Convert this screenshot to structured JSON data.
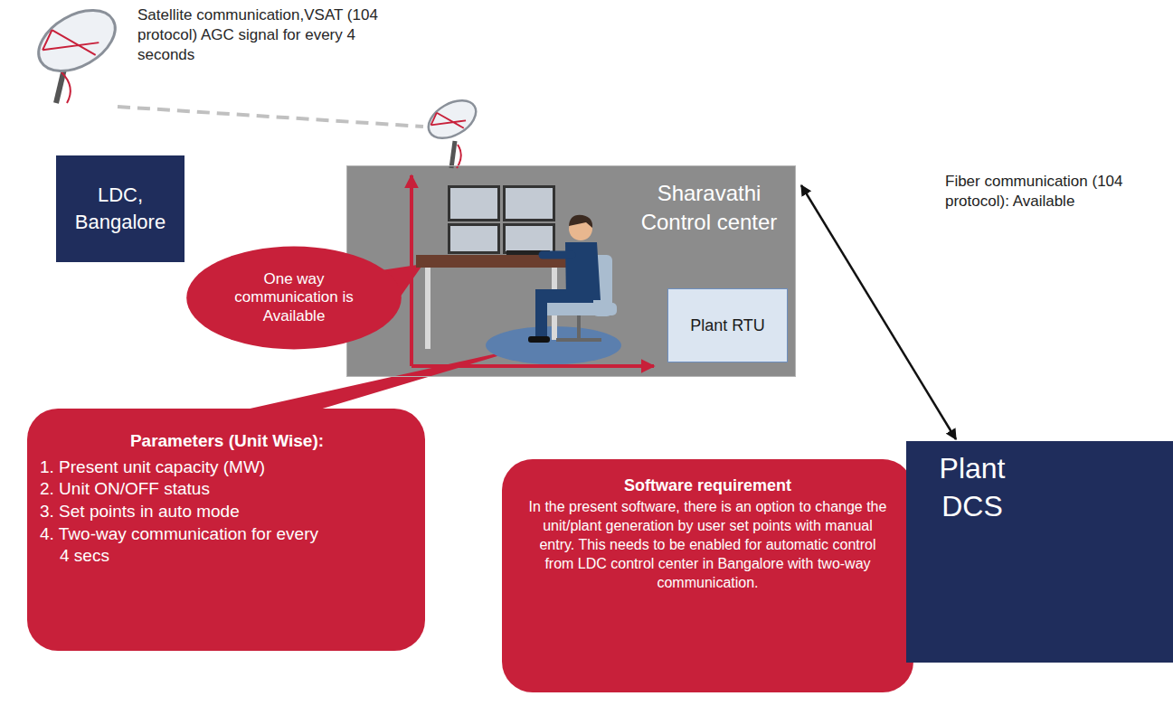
{
  "diagram": {
    "nodes": [
      {
        "text": [
          "LDC, Bangalore"
        ]
      },
      {
        "text": [
          "Sharavathi Control center"
        ]
      },
      {
        "text": [
          "Plant RTU"
        ],
        "in": 1
      },
      {
        "text": [
          "One way communication is Available"
        ]
      },
      {
        "text": [
          "Parameters (Unit Wise):",
          "1. Present unit capacity (MW)",
          "2. Unit ON/OFF status",
          "3. Set points in auto mode",
          "4. Two-way communication for every 4 secs"
        ]
      },
      {
        "text": [
          "Software requirement",
          "In the present software, there is an option to change the unit/plant generation by user set points with manual entry. This needs to be enabled for automatic control from LDC control center in Bangalore with two-way communication."
        ]
      },
      {
        "text": [
          "Plant DCS"
        ]
      }
    ],
    "edges": [
      {
        "from": 1,
        "to": 6,
        "arrow": "both",
        "label": "Fiber communication (104 protocol): Available"
      }
    ],
    "labels": [
      "Satellite communication,VSAT (104 protocol) AGC signal for every 4 seconds"
    ]
  }
}
